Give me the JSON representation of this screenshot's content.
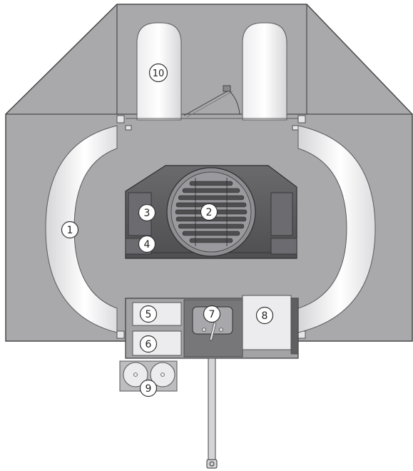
{
  "diagram": {
    "callouts": [
      {
        "id": "1",
        "label": "1",
        "part": "side-sliding-door-left"
      },
      {
        "id": "2",
        "label": "2",
        "part": "round-grate"
      },
      {
        "id": "3",
        "label": "3",
        "part": "control-panel"
      },
      {
        "id": "4",
        "label": "4",
        "part": "cabinet-base"
      },
      {
        "id": "5",
        "label": "5",
        "part": "upper-drawer"
      },
      {
        "id": "6",
        "label": "6",
        "part": "lower-drawer"
      },
      {
        "id": "7",
        "label": "7",
        "part": "sink-faucet"
      },
      {
        "id": "8",
        "label": "8",
        "part": "side-cabinet"
      },
      {
        "id": "9",
        "label": "9",
        "part": "gas-bottles"
      },
      {
        "id": "10",
        "label": "10",
        "part": "hinged-roof-flap"
      }
    ]
  },
  "colors": {
    "hull": "#a9a9ac",
    "hull_stroke": "#4a4a4c",
    "panel_dark": "#58585b",
    "panel_mid": "#8e8e92",
    "door": "#e9e9eb",
    "door_highlight": "#ffffff",
    "badge_fill": "#ffffff",
    "badge_stroke": "#333333"
  }
}
